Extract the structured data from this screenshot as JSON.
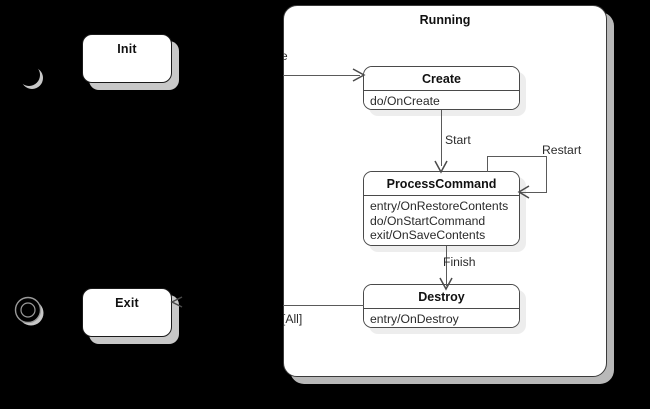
{
  "diagram": {
    "kind": "uml-state-machine",
    "background_color": "#000000",
    "surface_color": "#ffffff",
    "line_color": "#5a5a5a",
    "shadow_color": "#c8c8c8"
  },
  "composite_state": {
    "name": "Running",
    "substates": [
      {
        "id": "create",
        "title": "Create",
        "actions": [
          "do/OnCreate"
        ]
      },
      {
        "id": "process-command",
        "title": "ProcessCommand",
        "actions": [
          "entry/OnRestoreContents",
          "do/OnStartCommand",
          "exit/OnSaveContents"
        ]
      },
      {
        "id": "destroy",
        "title": "Destroy",
        "actions": [
          "entry/OnDestroy"
        ]
      }
    ]
  },
  "outer_states": [
    {
      "id": "init",
      "title": "Init"
    },
    {
      "id": "exit",
      "title": "Exit"
    }
  ],
  "transitions": [
    {
      "id": "to-create",
      "label": "nce",
      "from": "init",
      "to": "create",
      "note": "label clipped at left edge"
    },
    {
      "id": "start",
      "label": "Start",
      "from": "create",
      "to": "process-command"
    },
    {
      "id": "restart",
      "label": "Restart",
      "from": "process-command",
      "to": "process-command"
    },
    {
      "id": "finish",
      "label": "Finish",
      "from": "process-command",
      "to": "destroy"
    },
    {
      "id": "to-destroy-all",
      "label": "e :  [All]",
      "from": "exit",
      "to": "destroy",
      "note": "label clipped at left edge"
    }
  ],
  "pseudostates": [
    {
      "id": "initial-node",
      "kind": "initial",
      "label": ""
    },
    {
      "id": "final-node",
      "kind": "final",
      "label": ""
    }
  ]
}
